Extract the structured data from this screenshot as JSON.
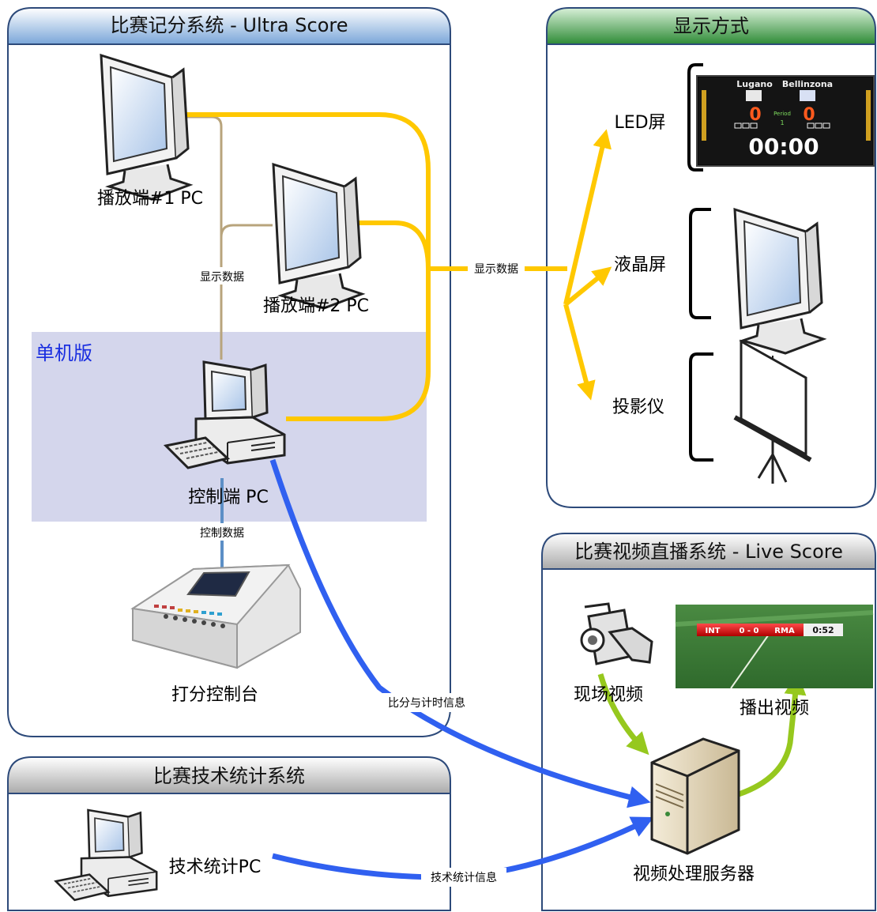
{
  "panels": {
    "ultra_score": {
      "title": "比赛记分系统 - Ultra Score",
      "header_color": "#7aa6d9"
    },
    "display": {
      "title": "显示方式",
      "header_color": "#2e8b36"
    },
    "live_score": {
      "title": "比赛视频直播系统 - Live Score",
      "header_color": "#b8b8b8"
    },
    "tech_stats": {
      "title": "比赛技术统计系统",
      "header_color": "#b8b8b8"
    }
  },
  "standalone": {
    "label": "单机版",
    "color": "#d4d6ec"
  },
  "nodes": {
    "player1": "播放端#1 PC",
    "player2": "播放端#2 PC",
    "controller": "控制端 PC",
    "console": "打分控制台",
    "stats_pc": "技术统计PC",
    "live_video": "现场视频",
    "output_video": "播出视频",
    "server": "视频处理服务器"
  },
  "display_types": {
    "led": "LED屏",
    "lcd": "液晶屏",
    "projector": "投影仪"
  },
  "edge_labels": {
    "display_data_left": "显示数据",
    "display_data_right": "显示数据",
    "control_data": "控制数据",
    "score_time": "比分与计时信息",
    "stats_info": "技术统计信息"
  },
  "scoreboard": {
    "home": "Lugano",
    "away": "Bellinzona",
    "home_score": "0",
    "away_score": "0",
    "period_label": "Period",
    "period": "1",
    "clock": "00:00"
  },
  "broadcast_bug": {
    "home": "INT",
    "score": "0 - 0",
    "away": "RMA",
    "time": "0:52"
  },
  "colors": {
    "yellow": "#ffc800",
    "blue": "#3060f0",
    "tan": "#b8a47c",
    "green": "#96c81e",
    "steel": "#5c8fc6"
  }
}
